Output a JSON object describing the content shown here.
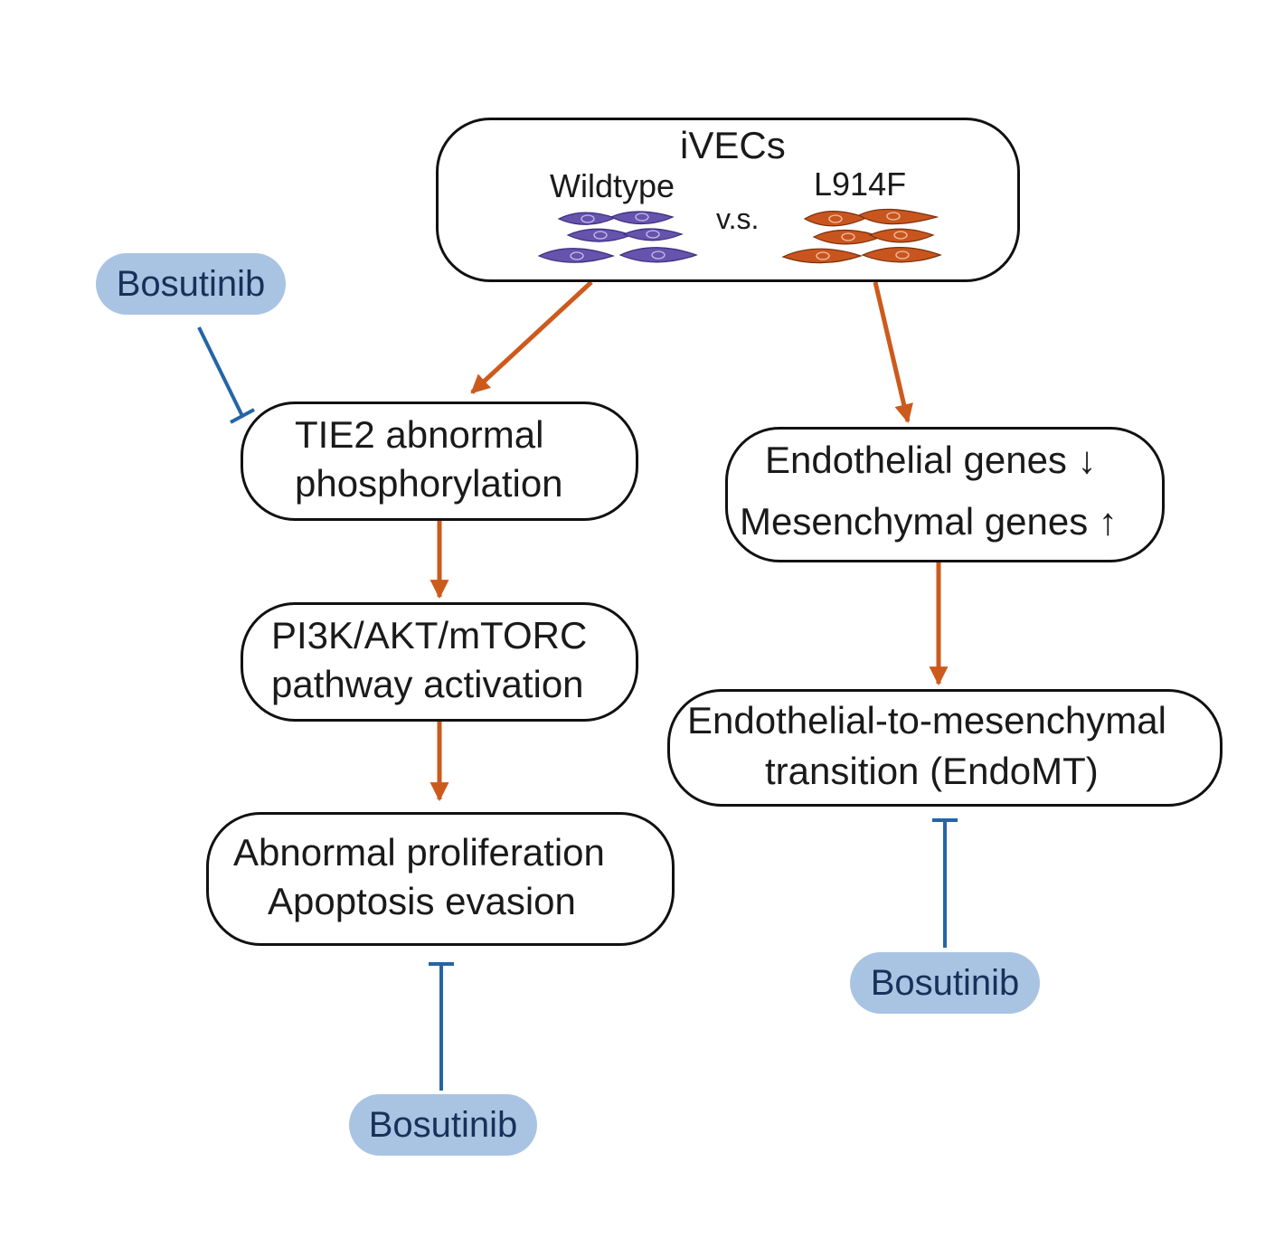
{
  "colors": {
    "arrow": "#cd5a1d",
    "inhibit": "#2565a6",
    "drug_bg": "#a9c4e3",
    "drug_text": "#18305a",
    "wildtype_cells": "#6553ad",
    "mutant_cells": "#c9551e"
  },
  "top": {
    "title": "iVECs",
    "wildtype_label": "Wildtype",
    "vs_label": "v.s.",
    "mutant_label": "L914F"
  },
  "left": {
    "tie2": [
      "TIE2 abnormal",
      "phosphorylation"
    ],
    "pi3k": [
      "PI3K/AKT/mTORC",
      "pathway activation"
    ],
    "prolif": [
      "Abnormal proliferation",
      "Apoptosis evasion"
    ]
  },
  "right": {
    "genes": [
      "Endothelial genes ↓",
      "Mesenchymal genes ↑"
    ],
    "endomt": [
      "Endothelial-to-mesenchymal",
      "transition (EndoMT)"
    ]
  },
  "drugs": {
    "top_left": "Bosutinib",
    "bottom_left": "Bosutinib",
    "bottom_right": "Bosutinib"
  }
}
